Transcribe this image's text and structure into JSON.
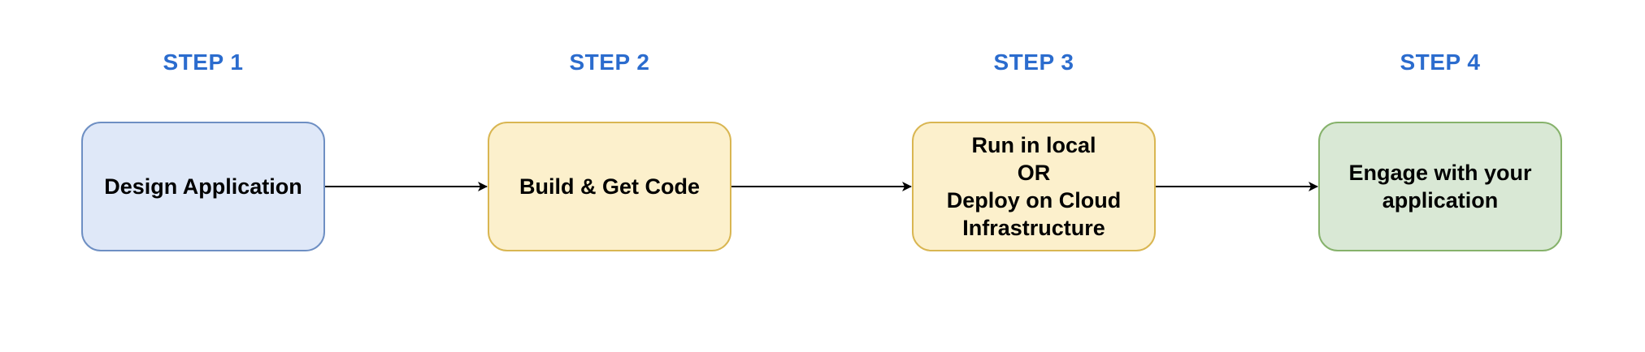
{
  "steps": [
    {
      "label": "STEP 1",
      "text": "Design Application"
    },
    {
      "label": "STEP 2",
      "text": "Build & Get Code"
    },
    {
      "label": "STEP 3",
      "text": "Run in local\nOR\nDeploy on Cloud\nInfrastructure"
    },
    {
      "label": "STEP 4",
      "text": "Engage with your\napplication"
    }
  ],
  "colors": {
    "step_label": "#2b6cce",
    "box_blue_fill": "#dfe8f8",
    "box_blue_border": "#6e8fc3",
    "box_yellow_fill": "#fcf0cc",
    "box_yellow_border": "#d9b652",
    "box_green_fill": "#d9e8d5",
    "box_green_border": "#86b26b",
    "arrow": "#000000"
  }
}
